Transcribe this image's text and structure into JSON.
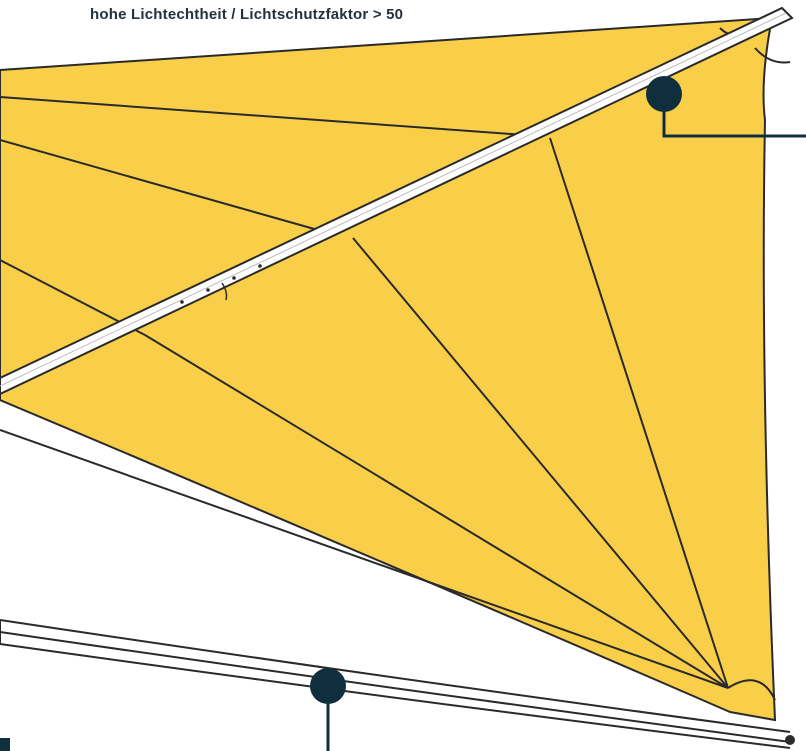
{
  "caption": {
    "text": "hohe Lichtechtheit / Lichtschutzfaktor > 50"
  },
  "colors": {
    "sail_fill": "#f9cf4a",
    "outline": "#2a2a2a",
    "pole_fill": "#ffffff",
    "marker": "#0f2f3f",
    "caption_text": "#25313a"
  },
  "markers": [
    {
      "name": "pole-callout-marker",
      "icon": "filled-circle"
    },
    {
      "name": "lower-bar-callout-marker",
      "icon": "filled-circle"
    }
  ]
}
